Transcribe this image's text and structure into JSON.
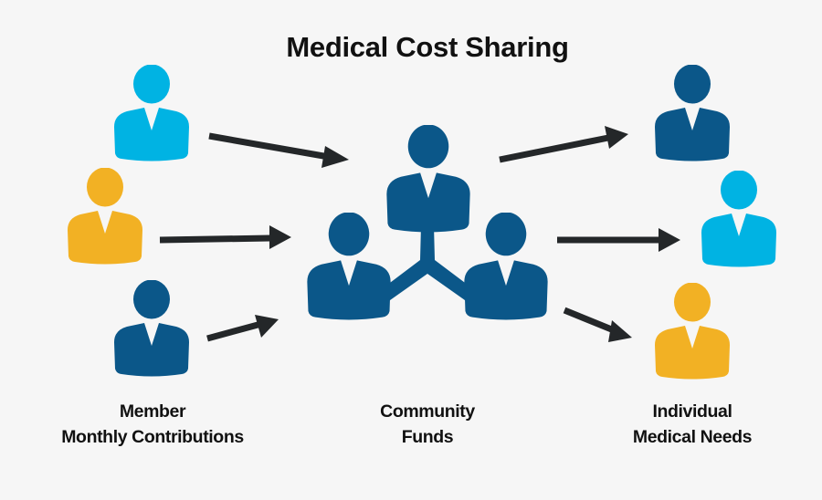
{
  "title": "Medical Cost Sharing",
  "colors": {
    "background": "#f6f6f6",
    "light_blue": "#00b3e3",
    "gold": "#f2b124",
    "navy": "#0b5789",
    "arrow": "#242729",
    "text": "#111111"
  },
  "groups": {
    "left": {
      "label_line1": "Member",
      "label_line2": "Monthly Contributions",
      "people": [
        {
          "icon": "person-icon",
          "color": "light_blue"
        },
        {
          "icon": "person-icon",
          "color": "gold"
        },
        {
          "icon": "person-icon",
          "color": "navy"
        }
      ]
    },
    "center": {
      "label_line1": "Community",
      "label_line2": "Funds",
      "people": [
        {
          "icon": "person-icon",
          "color": "navy"
        },
        {
          "icon": "person-icon",
          "color": "navy"
        },
        {
          "icon": "person-icon",
          "color": "navy"
        }
      ]
    },
    "right": {
      "label_line1": "Individual",
      "label_line2": "Medical Needs",
      "people": [
        {
          "icon": "person-icon",
          "color": "navy"
        },
        {
          "icon": "person-icon",
          "color": "light_blue"
        },
        {
          "icon": "person-icon",
          "color": "gold"
        }
      ]
    }
  },
  "flows": [
    {
      "from": "left.0",
      "to": "center"
    },
    {
      "from": "left.1",
      "to": "center"
    },
    {
      "from": "left.2",
      "to": "center"
    },
    {
      "from": "center",
      "to": "right.0"
    },
    {
      "from": "center",
      "to": "right.1"
    },
    {
      "from": "center",
      "to": "right.2"
    }
  ]
}
